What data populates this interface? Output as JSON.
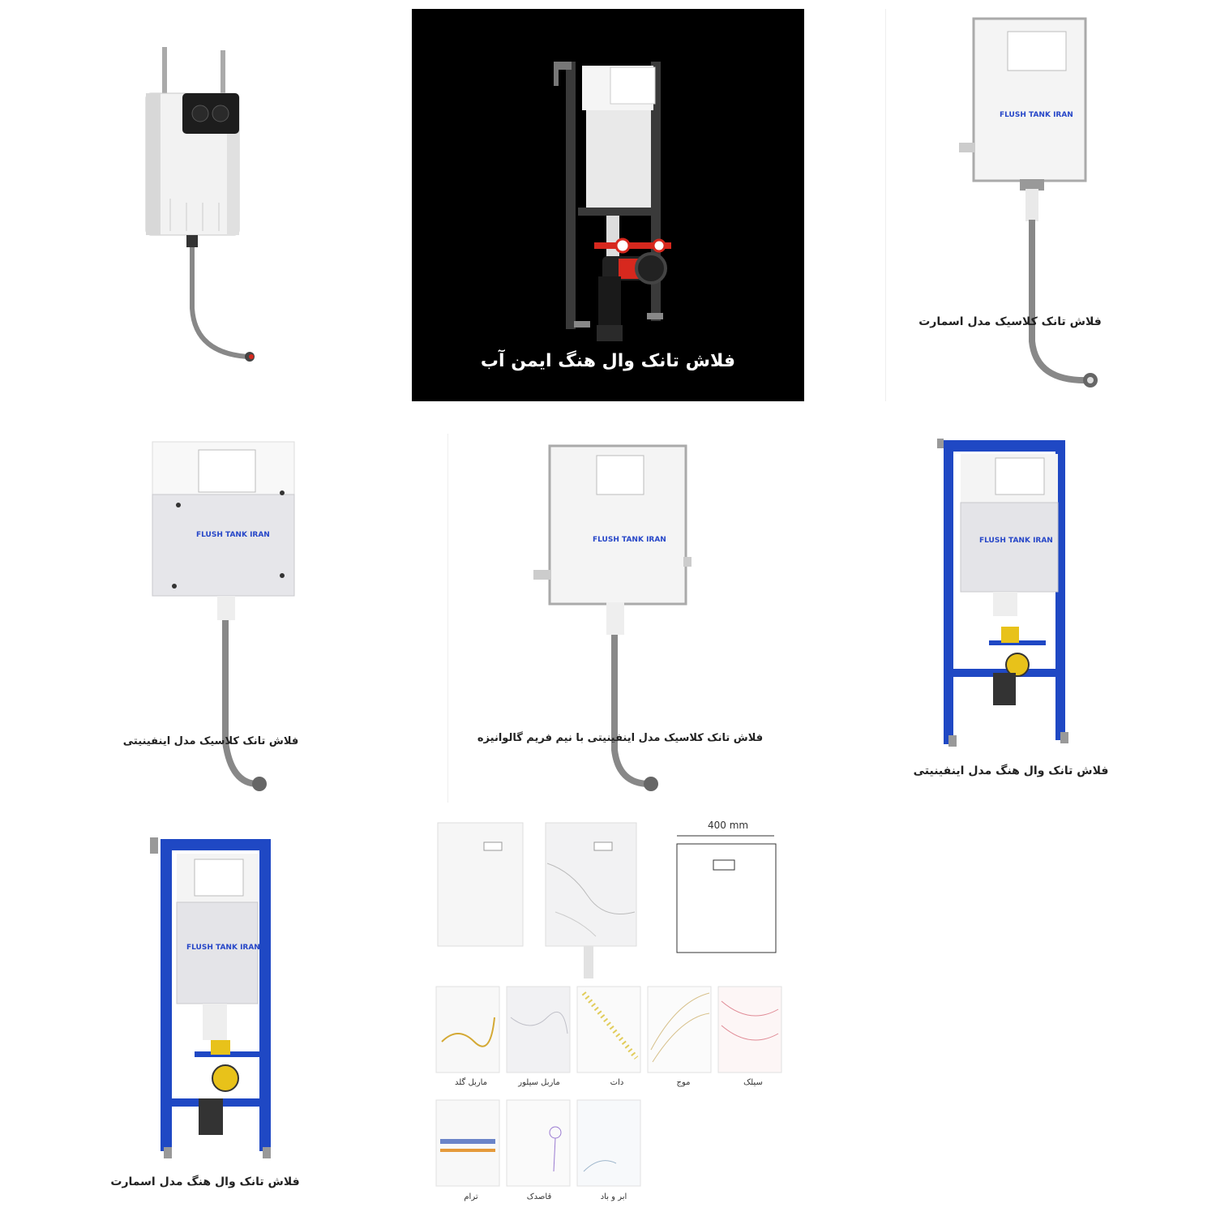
{
  "brand_label": "FLUSH TANK IRAN",
  "colors": {
    "frame_blue": "#1f48c4",
    "pipe_yellow": "#e8c21a",
    "accent_red": "#d7281e",
    "dark_bg": "#000000"
  },
  "tiles": {
    "wallhang_imen_ab": {
      "caption": "فلاش تانک وال هنگ ایمن آب"
    },
    "classic_smart": {
      "caption": "فلاش تانک کلاسیک مدل اسمارت"
    },
    "classic_infinity": {
      "caption": "فلاش تانک کلاسیک مدل اینفینیتی"
    },
    "classic_infinity_galvanized": {
      "caption": "فلاش تانک کلاسیک مدل اینفینیتی با نیم فریم گالوانیزه"
    },
    "wallhang_infinity": {
      "caption": "فلاش تانک وال هنگ مدل اینفینیتی"
    },
    "wallhang_smart": {
      "caption": "فلاش تانک وال هنگ مدل اسمارت"
    }
  },
  "cover_panels": {
    "dimension": "400 mm",
    "finishes_row1": [
      "ماربل گلد",
      "ماربل سیلور",
      "دات",
      "موج",
      "سیلک"
    ],
    "finishes_row2": [
      "ترام",
      "قاصدک",
      "ابر و باد"
    ]
  }
}
